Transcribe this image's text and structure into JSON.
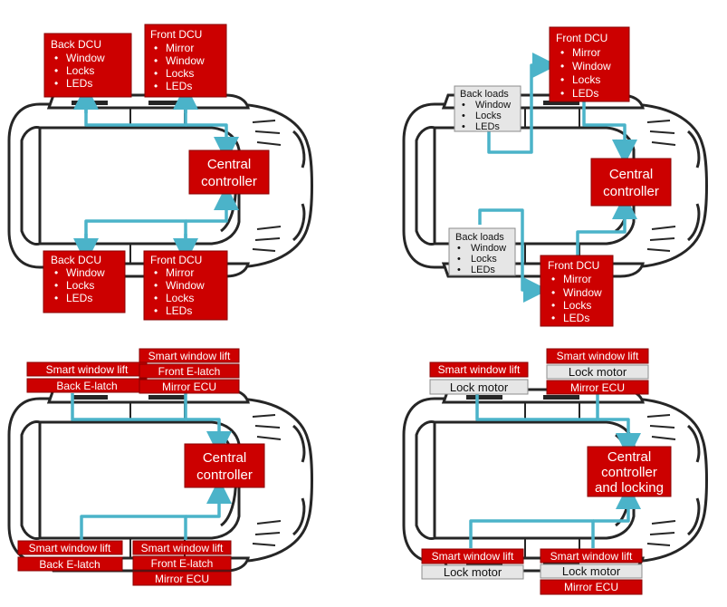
{
  "q1": {
    "back_dcu_top": {
      "title": "Back DCU",
      "items": [
        "Window",
        "Locks",
        "LEDs"
      ]
    },
    "front_dcu_top": {
      "title": "Front DCU",
      "items": [
        "Mirror",
        "Window",
        "Locks",
        "LEDs"
      ]
    },
    "central": [
      "Central",
      "controller"
    ],
    "back_dcu_bottom": {
      "title": "Back DCU",
      "items": [
        "Window",
        "Locks",
        "LEDs"
      ]
    },
    "front_dcu_bottom": {
      "title": "Front DCU",
      "items": [
        "Mirror",
        "Window",
        "Locks",
        "LEDs"
      ]
    }
  },
  "q2": {
    "front_dcu_top": {
      "title": "Front DCU",
      "items": [
        "Mirror",
        "Window",
        "Locks",
        "LEDs"
      ]
    },
    "back_loads_top": {
      "title": "Back loads",
      "items": [
        "Window",
        "Locks",
        "LEDs"
      ]
    },
    "central": [
      "Central",
      "controller"
    ],
    "back_loads_bottom": {
      "title": "Back loads",
      "items": [
        "Window",
        "Locks",
        "LEDs"
      ]
    },
    "front_dcu_bottom": {
      "title": "Front DCU",
      "items": [
        "Mirror",
        "Window",
        "Locks",
        "LEDs"
      ]
    }
  },
  "q3": {
    "top_left": [
      "Smart window lift",
      "Back E-latch"
    ],
    "top_right": [
      "Smart window lift",
      "Front E-latch",
      "Mirror ECU"
    ],
    "central": [
      "Central",
      "controller"
    ],
    "bottom_left": [
      "Smart window lift",
      "Back E-latch"
    ],
    "bottom_right": [
      "Smart window lift",
      "Front E-latch",
      "Mirror ECU"
    ]
  },
  "q4": {
    "top_left": [
      "Smart window lift",
      "Lock motor"
    ],
    "top_right": [
      "Smart window lift",
      "Lock motor",
      "Mirror ECU"
    ],
    "central": [
      "Central",
      "controller",
      "and locking"
    ],
    "bottom_left": [
      "Smart window lift",
      "Lock motor"
    ],
    "bottom_right": [
      "Smart window lift",
      "Lock motor",
      "Mirror ECU"
    ]
  },
  "bullet": "•",
  "colors": {
    "red": "#cc0000",
    "wire": "#4bb3c9",
    "gray_box": "#e6e6e6",
    "outline": "#262626"
  }
}
